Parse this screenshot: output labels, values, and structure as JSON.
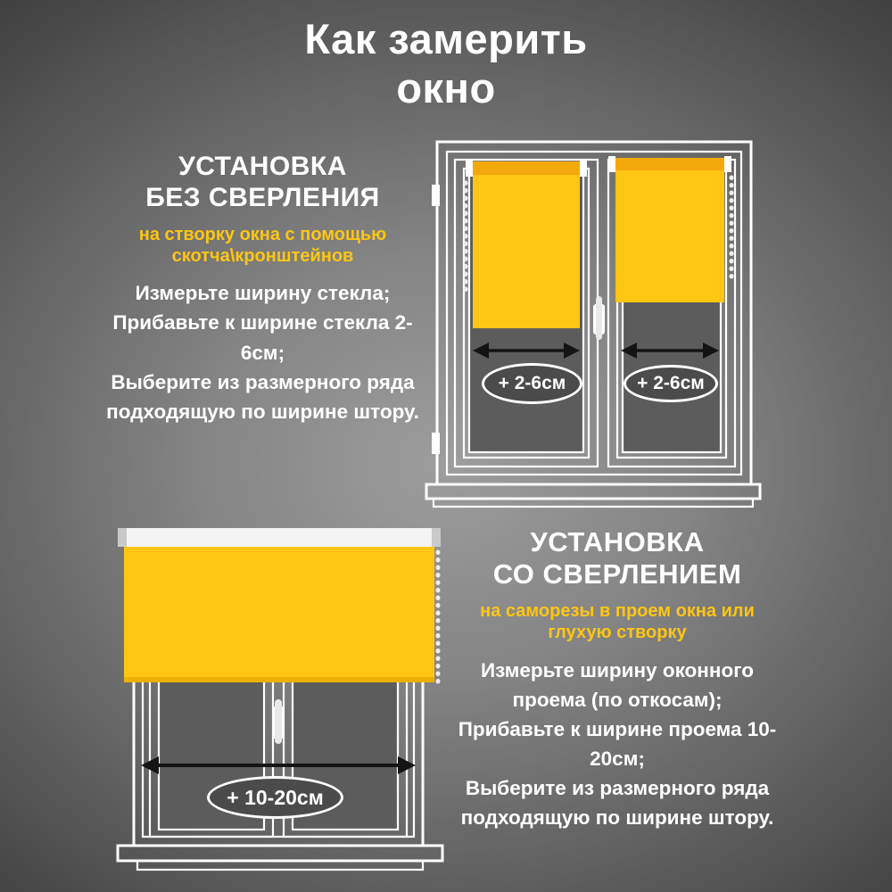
{
  "title": "Как замерить окно",
  "colors": {
    "accent_yellow": "#FFC613",
    "blind_tube_orange": "#F3A90C",
    "glass_gray": "#5C5C5C",
    "background_center": "#9D9D9D",
    "background_edge": "#414141",
    "badge_fill": "#4B4B4B"
  },
  "no_drill_section": {
    "heading_line1": "УСТАНОВКА",
    "heading_line2": "БЕЗ СВЕРЛЕНИЯ",
    "subheading": "на створку окна с помощью скотча\\кронштейнов",
    "steps": [
      "Измерьте ширину стекла;",
      "Прибавьте к ширине стекла 2-6см;",
      "Выберите из размерного ряда подходящую по ширине штору."
    ],
    "badge_left": "+ 2-6см",
    "badge_right": "+ 2-6см"
  },
  "drill_section": {
    "heading_line1": "УСТАНОВКА",
    "heading_line2": "СО СВЕРЛЕНИЕМ",
    "subheading": "на саморезы в проем окна или глухую створку",
    "steps": [
      "Измерьте ширину оконного проема (по откосам);",
      "Прибавьте к ширине проема 10-20см;",
      "Выберите из размерного ряда подходящую по ширине штору."
    ],
    "badge": "+ 10-20см"
  }
}
